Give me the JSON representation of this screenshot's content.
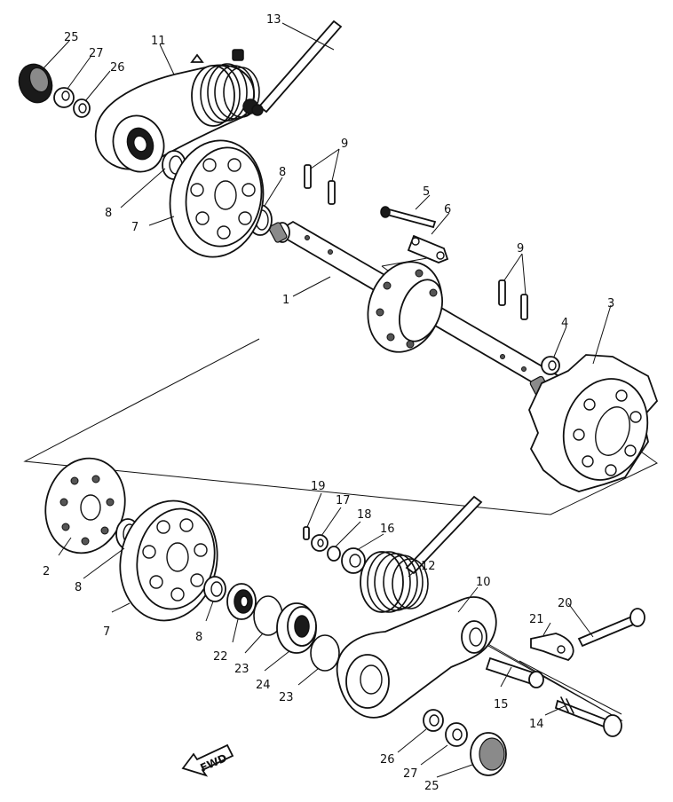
{
  "callouts": {
    "c1": "1",
    "c2": "2",
    "c3": "3",
    "c4": "4",
    "c5": "5",
    "c6": "6",
    "c7a": "7",
    "c7b": "7",
    "c8a": "8",
    "c8b": "8",
    "c8c": "8",
    "c8d": "8",
    "c9a": "9",
    "c9b": "9",
    "c10": "10",
    "c11": "11",
    "c12": "12",
    "c13": "13",
    "c14": "14",
    "c15": "15",
    "c16": "16",
    "c17": "17",
    "c18": "18",
    "c19": "19",
    "c20": "20",
    "c21": "21",
    "c22": "22",
    "c23a": "23",
    "c23b": "23",
    "c24": "24",
    "c25a": "25",
    "c25b": "25",
    "c26a": "26",
    "c26b": "26",
    "c27a": "27",
    "c27b": "27"
  },
  "direction_marker": "FWD"
}
